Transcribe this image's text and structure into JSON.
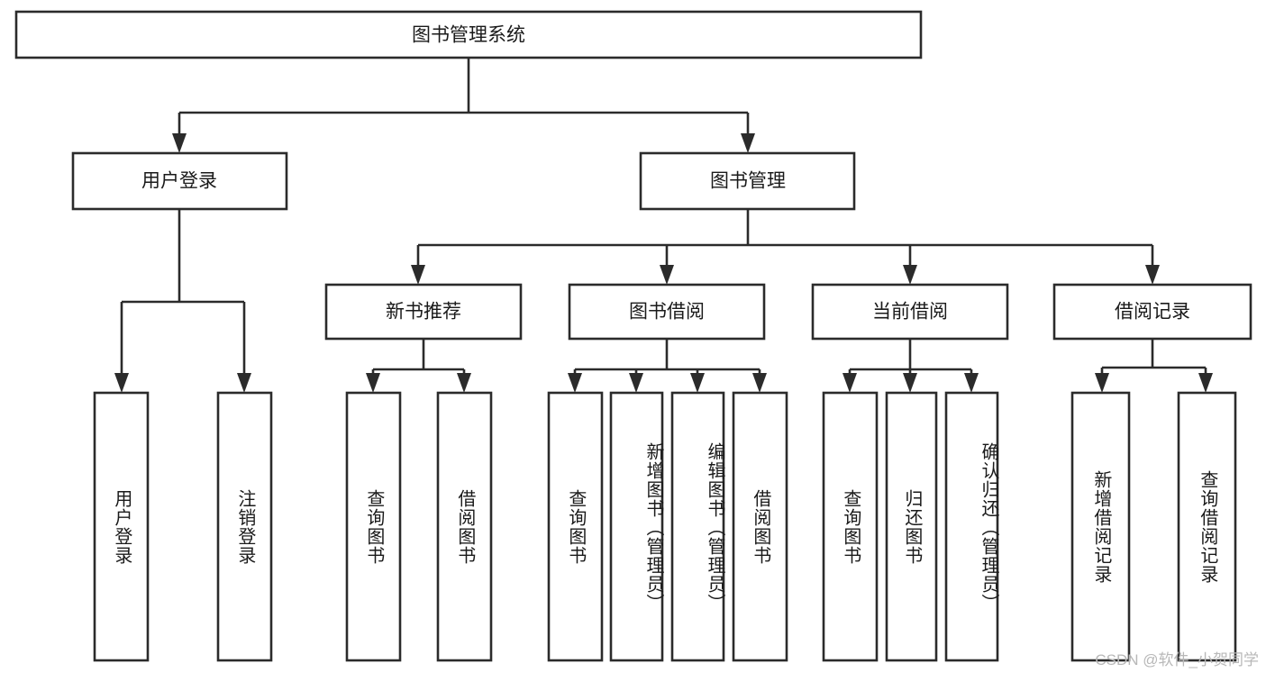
{
  "diagram": {
    "title": "图书管理系统",
    "type": "tree-hierarchy-chart",
    "root": {
      "label": "图书管理系统"
    },
    "level1": [
      {
        "label": "用户登录"
      },
      {
        "label": "图书管理"
      }
    ],
    "level2": [
      {
        "label": "新书推荐",
        "parent": "图书管理"
      },
      {
        "label": "图书借阅",
        "parent": "图书管理"
      },
      {
        "label": "当前借阅",
        "parent": "图书管理"
      },
      {
        "label": "借阅记录",
        "parent": "图书管理"
      }
    ],
    "leaves": {
      "user_login": [
        {
          "label": "用户登录"
        },
        {
          "label": "注销登录"
        }
      ],
      "new_book_recommend": [
        {
          "label": "查询图书"
        },
        {
          "label": "借阅图书"
        }
      ],
      "book_borrow": [
        {
          "label": "查询图书"
        },
        {
          "label": "新增图书（管理员）"
        },
        {
          "label": "编辑图书（管理员）"
        },
        {
          "label": "借阅图书"
        }
      ],
      "current_borrow": [
        {
          "label": "查询图书"
        },
        {
          "label": "归还图书"
        },
        {
          "label": "确认归还（管理员）"
        }
      ],
      "borrow_record": [
        {
          "label": "新增借阅记录"
        },
        {
          "label": "查询借阅记录"
        }
      ]
    }
  },
  "watermark": {
    "text": "CSDN @软件_小贺同学"
  },
  "colors": {
    "stroke": "#2b2b2b",
    "box_fill": "#ffffff",
    "text": "#1a1a1a",
    "watermark": "#b8b8b8",
    "background": "#ffffff"
  }
}
